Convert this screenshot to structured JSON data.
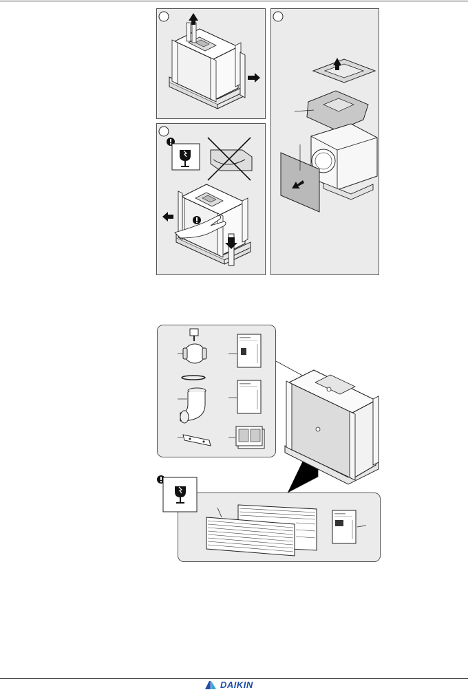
{
  "page": {
    "footer_logo_text": "DAIKIN",
    "logo_color": "#1f4fa8",
    "panel_color": "#ebebeb"
  },
  "steps": [
    {
      "id": "step-1",
      "icons": [
        "arrow-up-icon",
        "arrow-right-icon"
      ]
    },
    {
      "id": "step-2",
      "icons": [
        "warning-icon",
        "fragile-icon",
        "do-not-lift-icon",
        "hand-icon",
        "arrow-left-icon",
        "arrow-down-icon"
      ]
    },
    {
      "id": "step-3",
      "icons": [
        "arrow-up-icon",
        "arrow-down-left-icon"
      ]
    }
  ],
  "accessories": {
    "items": [
      "shut-off-valve-icon",
      "manual-icon",
      "gasket-icon",
      "manual-icon",
      "drain-elbow-icon",
      "bracket-icon",
      "label-sheet-icon"
    ],
    "fragile_items": [
      "grille-icon",
      "manual-icon"
    ]
  }
}
